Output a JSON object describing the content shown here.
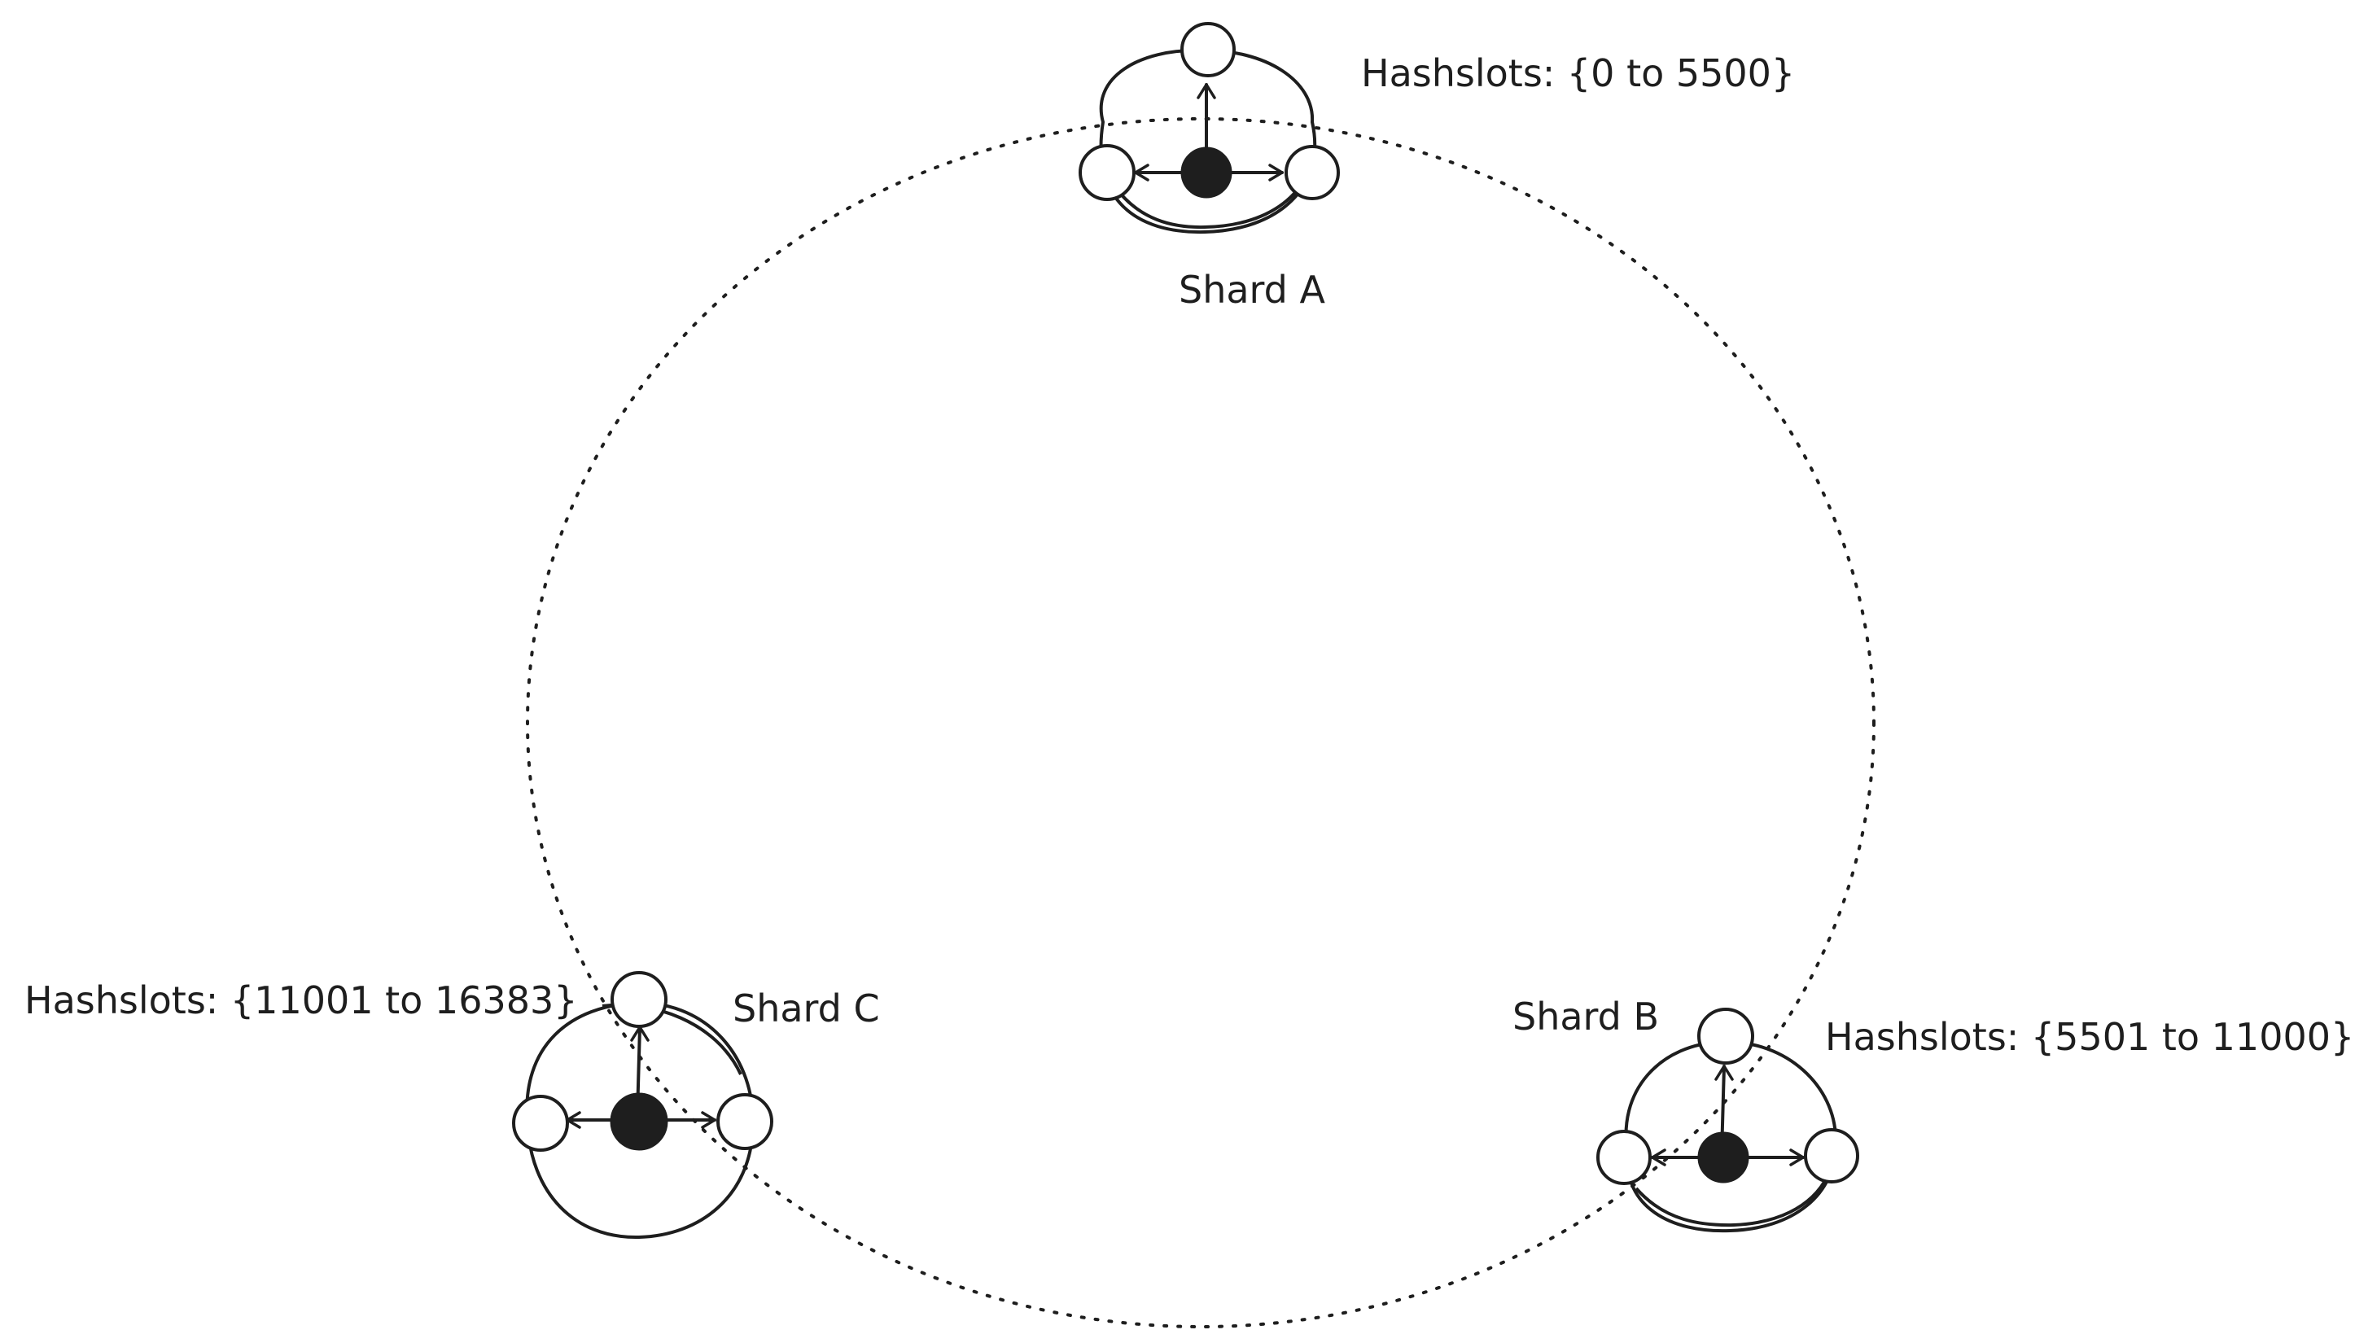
{
  "diagram": {
    "shards": [
      {
        "id": "a",
        "name": "Shard A",
        "hashslots": "Hashslots: {0 to 5500}"
      },
      {
        "id": "b",
        "name": "Shard B",
        "hashslots": "Hashslots: {5501 to 11000}"
      },
      {
        "id": "c",
        "name": "Shard C",
        "hashslots": "Hashslots: {11001 to 16383}"
      }
    ],
    "colors": {
      "stroke": "#1e1e1e",
      "primary_node": "#1e1e1e",
      "replica_node": "#ffffff",
      "background": "#ffffff"
    }
  }
}
